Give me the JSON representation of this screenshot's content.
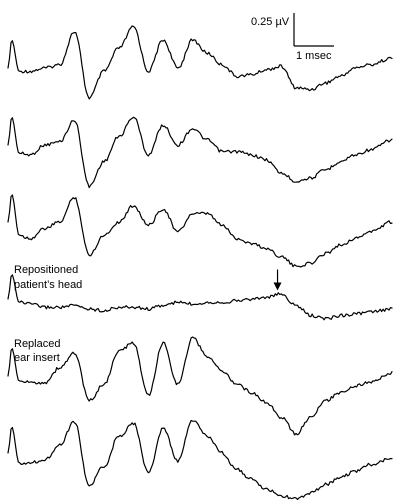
{
  "chart_data": {
    "type": "line",
    "title": "",
    "xlabel": "",
    "ylabel": "",
    "units": {
      "x": "msec",
      "y": "µV"
    },
    "scale_bar": {
      "voltage_label": "0.25 µV",
      "time_label": "1 msec",
      "voltage": 0.25,
      "time": 1
    },
    "x_range": [
      0,
      10.4
    ],
    "y_range": [
      -0.4,
      0.35
    ],
    "annotations": [
      {
        "text": "Repositioned",
        "trace": 3,
        "line": 1
      },
      {
        "text": "patient’s head",
        "trace": 3,
        "line": 2
      },
      {
        "text": "Replaced",
        "trace": 4,
        "line": 1
      },
      {
        "text": "ear insert",
        "trace": 4,
        "line": 2
      }
    ],
    "arrow": {
      "trace": 3,
      "x": 7.3
    },
    "series": [
      {
        "x": [
          0,
          0.1,
          0.3,
          0.6,
          1.0,
          1.4,
          1.8,
          2.2,
          2.6,
          3.0,
          3.4,
          3.8,
          4.2,
          4.6,
          5.0,
          5.4,
          5.8,
          6.2,
          6.6,
          7.0,
          7.4,
          7.8,
          8.2,
          8.6,
          9.0,
          9.4,
          9.8,
          10.4
        ],
        "y": [
          0,
          0.17,
          -0.02,
          -0.02,
          0.0,
          0.02,
          0.22,
          -0.18,
          -0.02,
          0.12,
          0.25,
          -0.02,
          0.17,
          0.0,
          0.17,
          0.09,
          0.02,
          -0.05,
          -0.04,
          -0.01,
          0.01,
          -0.12,
          -0.13,
          -0.09,
          -0.05,
          0.0,
          0.02,
          0.06
        ]
      },
      {
        "x": [
          0,
          0.1,
          0.3,
          0.6,
          1.0,
          1.4,
          1.8,
          2.2,
          2.6,
          3.0,
          3.4,
          3.8,
          4.2,
          4.6,
          5.0,
          5.4,
          5.8,
          6.2,
          6.6,
          7.0,
          7.4,
          7.8,
          8.2,
          8.6,
          9.0,
          9.4,
          9.8,
          10.4
        ],
        "y": [
          0,
          0.17,
          -0.05,
          -0.06,
          0.0,
          0.02,
          0.15,
          -0.25,
          -0.1,
          0.05,
          0.17,
          -0.06,
          0.12,
          0.0,
          0.1,
          0.03,
          -0.04,
          -0.04,
          -0.06,
          -0.09,
          -0.17,
          -0.22,
          -0.2,
          -0.15,
          -0.1,
          -0.06,
          -0.03,
          0.03
        ]
      },
      {
        "x": [
          0,
          0.1,
          0.3,
          0.6,
          1.0,
          1.4,
          1.8,
          2.2,
          2.6,
          3.0,
          3.4,
          3.8,
          4.2,
          4.6,
          5.0,
          5.4,
          5.8,
          6.2,
          6.6,
          7.0,
          7.4,
          7.8,
          8.2,
          8.6,
          9.0,
          9.4,
          9.8,
          10.4
        ],
        "y": [
          0,
          0.17,
          -0.08,
          -0.1,
          -0.04,
          0.0,
          0.15,
          -0.2,
          -0.08,
          0.0,
          0.1,
          -0.02,
          0.08,
          -0.06,
          0.05,
          0.05,
          -0.02,
          -0.1,
          -0.13,
          -0.16,
          -0.21,
          -0.27,
          -0.25,
          -0.19,
          -0.14,
          -0.1,
          -0.06,
          0.0
        ]
      },
      {
        "x": [
          0,
          0.1,
          0.3,
          0.6,
          1.0,
          1.4,
          1.8,
          2.2,
          2.6,
          3.0,
          3.4,
          3.8,
          4.2,
          4.6,
          5.0,
          5.4,
          5.8,
          6.2,
          6.6,
          7.0,
          7.4,
          7.8,
          8.2,
          8.6,
          9.0,
          9.4,
          9.8,
          10.4
        ],
        "y": [
          0,
          0.15,
          -0.02,
          -0.03,
          -0.05,
          -0.05,
          -0.04,
          -0.06,
          -0.07,
          -0.05,
          -0.05,
          -0.06,
          -0.04,
          -0.02,
          -0.03,
          -0.02,
          -0.02,
          -0.01,
          0.0,
          0.01,
          0.03,
          -0.04,
          -0.1,
          -0.12,
          -0.1,
          -0.09,
          -0.08,
          -0.06
        ]
      },
      {
        "x": [
          0,
          0.1,
          0.3,
          0.6,
          1.0,
          1.4,
          1.8,
          2.2,
          2.6,
          3.0,
          3.4,
          3.8,
          4.2,
          4.6,
          5.0,
          5.4,
          5.8,
          6.2,
          6.6,
          7.0,
          7.4,
          7.8,
          8.2,
          8.6,
          9.0,
          9.4,
          9.8,
          10.4
        ],
        "y": [
          0,
          0.17,
          -0.03,
          -0.04,
          -0.04,
          0.05,
          0.14,
          -0.15,
          -0.05,
          0.15,
          0.2,
          -0.12,
          0.2,
          -0.05,
          0.23,
          0.12,
          0.03,
          -0.05,
          -0.1,
          -0.16,
          -0.25,
          -0.35,
          -0.25,
          -0.15,
          -0.1,
          -0.06,
          -0.04,
          0.02
        ]
      },
      {
        "x": [
          0,
          0.1,
          0.3,
          0.6,
          1.0,
          1.4,
          1.8,
          2.2,
          2.6,
          3.0,
          3.4,
          3.8,
          4.2,
          4.6,
          5.0,
          5.4,
          5.8,
          6.2,
          6.6,
          7.0,
          7.4,
          7.8,
          8.2,
          8.6,
          9.0,
          9.4,
          9.8,
          10.4
        ],
        "y": [
          0,
          0.16,
          -0.06,
          -0.06,
          -0.04,
          0.05,
          0.19,
          -0.2,
          -0.08,
          0.1,
          0.18,
          -0.12,
          0.15,
          -0.05,
          0.2,
          0.1,
          0.0,
          -0.1,
          -0.16,
          -0.22,
          -0.26,
          -0.28,
          -0.24,
          -0.19,
          -0.15,
          -0.11,
          -0.07,
          -0.03
        ]
      }
    ]
  }
}
